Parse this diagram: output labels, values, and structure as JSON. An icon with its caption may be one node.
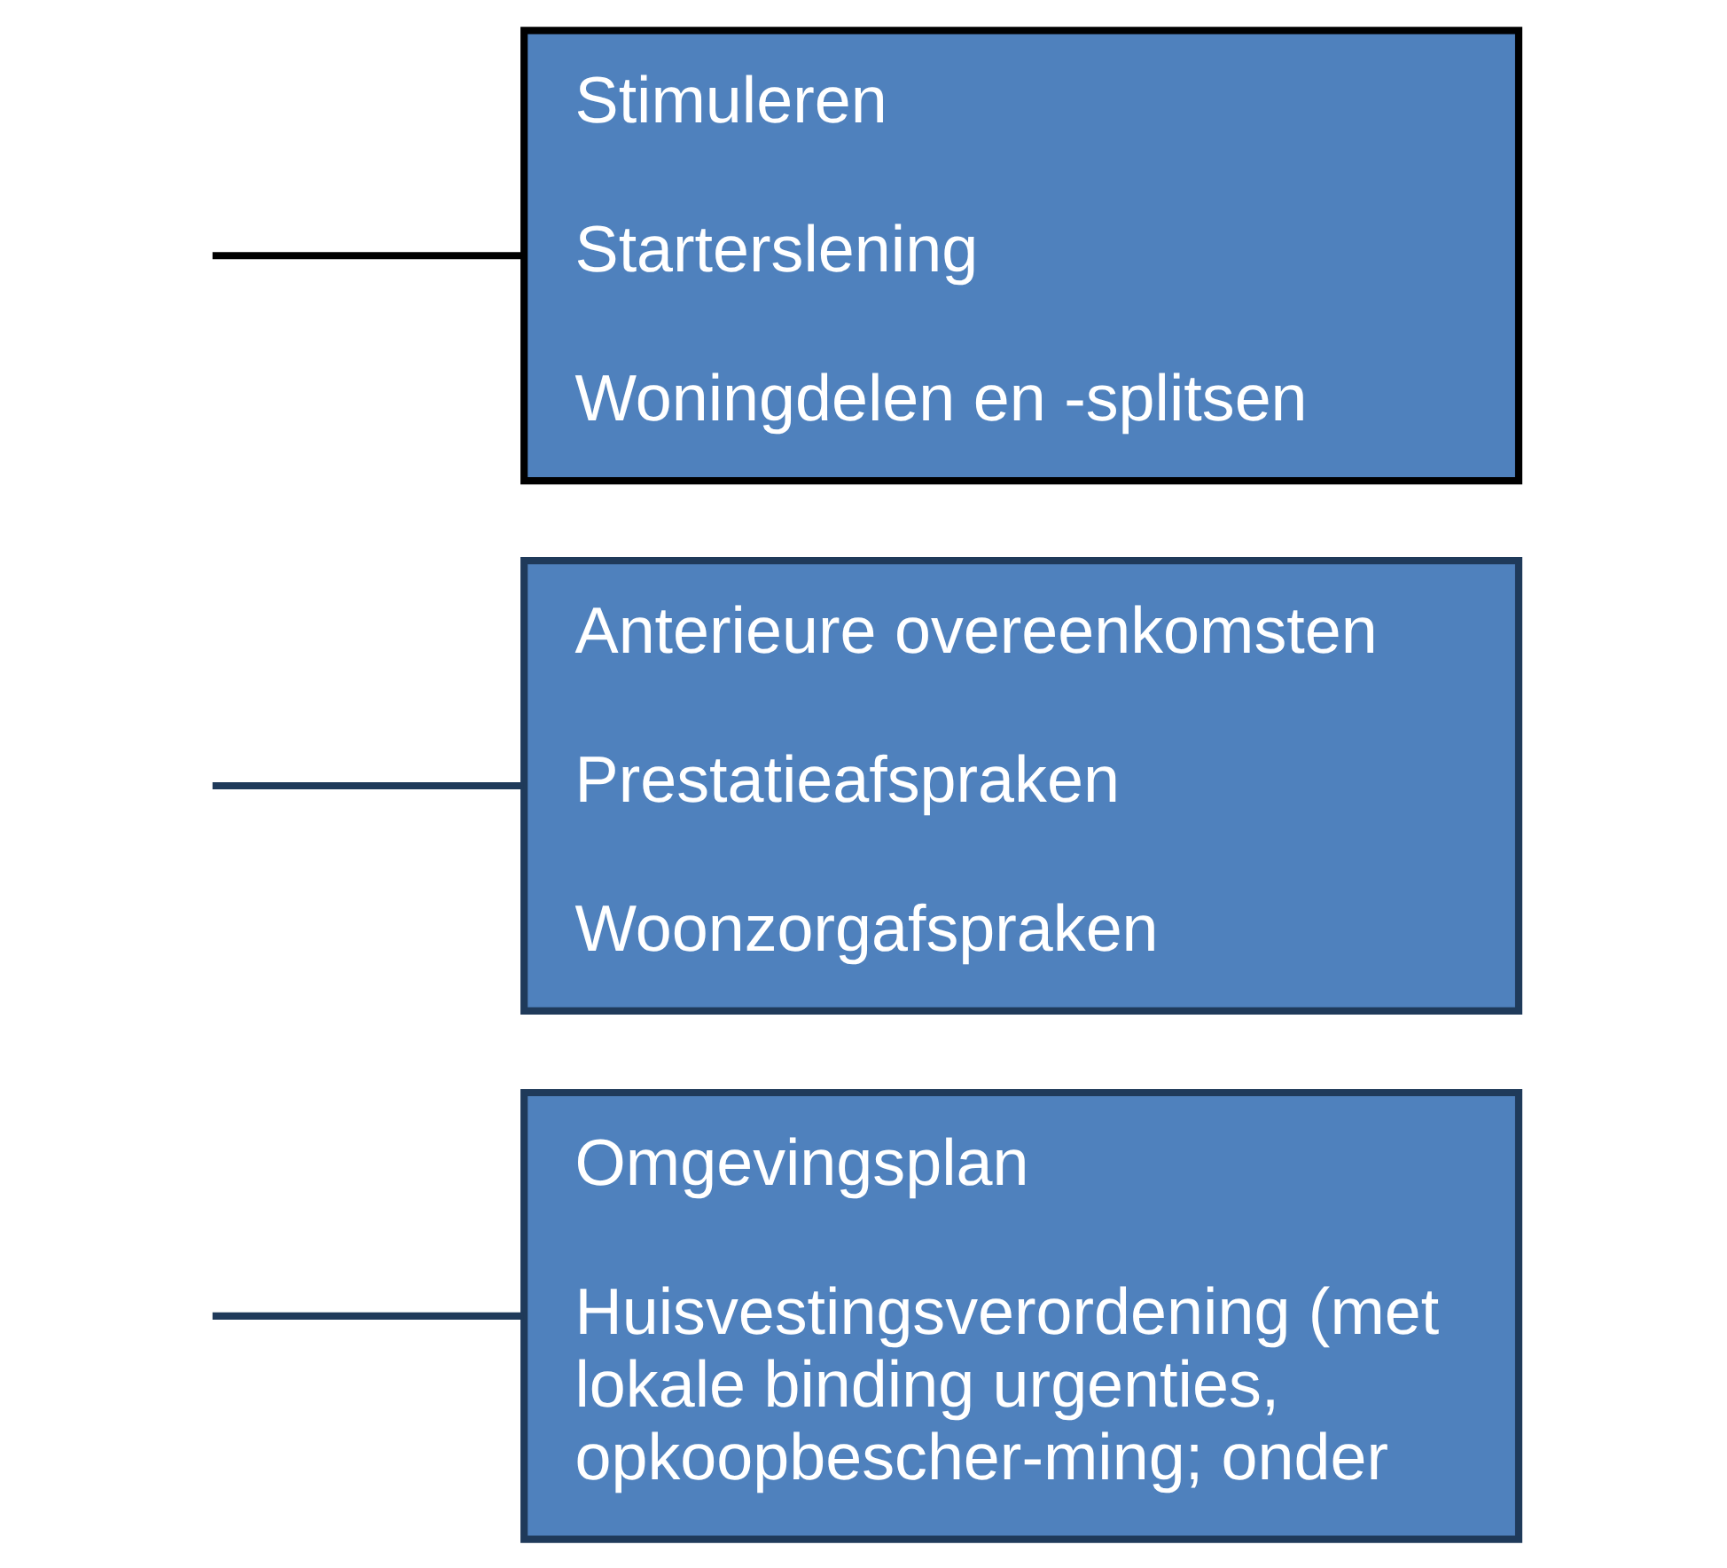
{
  "diagram": {
    "nodes": [
      {
        "text": [
          "Stimuleren",
          "Starterslening",
          "Woningdelen en -splitsen"
        ]
      },
      {
        "text": [
          "Anterieure overeenkomsten",
          "Prestatieafspraken",
          "Woonzorgafspraken"
        ]
      },
      {
        "text": [
          "Omgevingsplan",
          "Huisvestingsverordening (met lokale binding urgenties, opkoopbescher-ming; onder"
        ]
      }
    ],
    "edges": [
      {
        "from": null,
        "to": 0,
        "arrow": "none",
        "color": "#000000"
      },
      {
        "from": null,
        "to": 1,
        "arrow": "none"
      },
      {
        "from": null,
        "to": 2,
        "arrow": "none"
      }
    ]
  }
}
